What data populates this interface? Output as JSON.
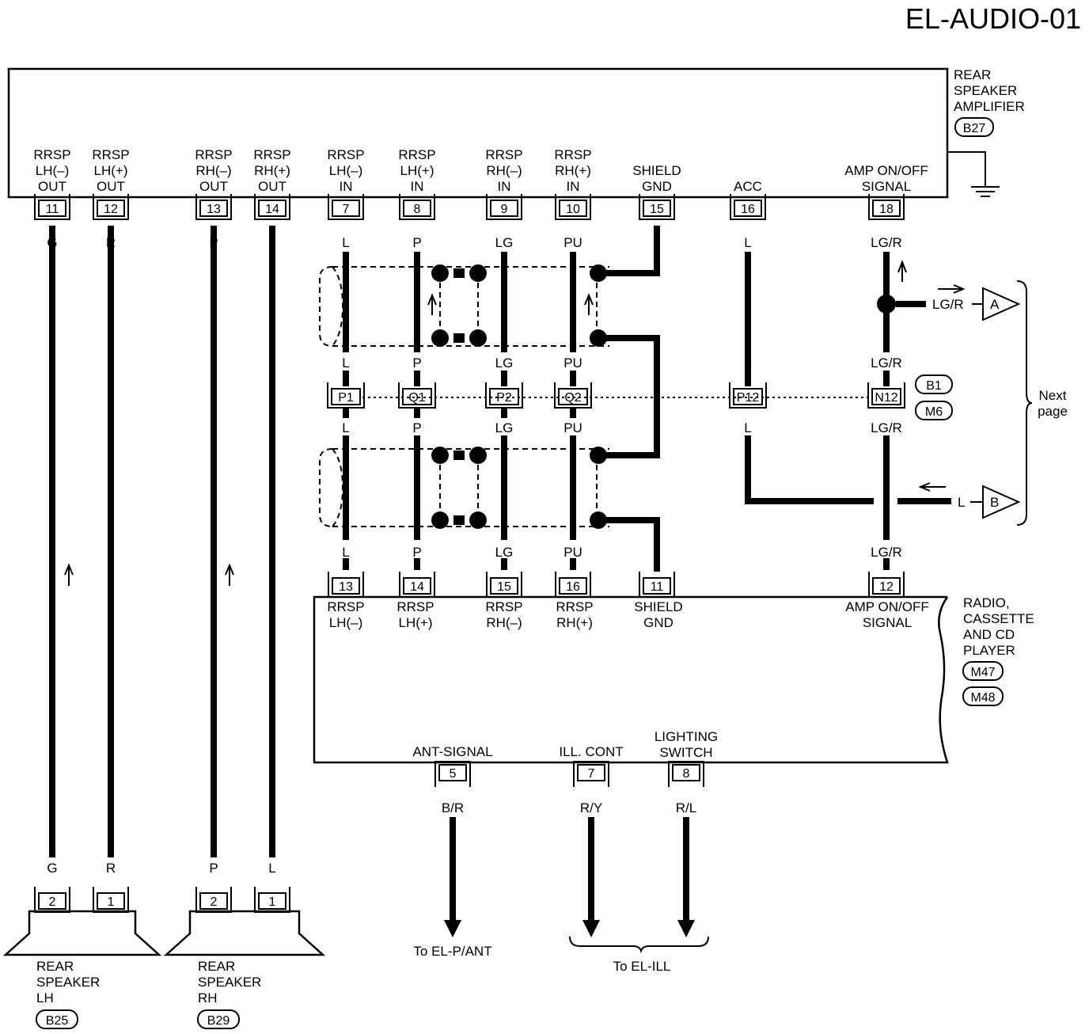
{
  "title": "EL-AUDIO-01",
  "amplifier": {
    "name_lines": [
      "REAR",
      "SPEAKER",
      "AMPLIFIER"
    ],
    "connector": "B27",
    "terminals": [
      {
        "lines": [
          "RRSP",
          "LH(–)",
          "OUT"
        ],
        "pin": "11",
        "color": "G"
      },
      {
        "lines": [
          "RRSP",
          "LH(+)",
          "OUT"
        ],
        "pin": "12",
        "color": "R"
      },
      {
        "lines": [
          "RRSP",
          "RH(–)",
          "OUT"
        ],
        "pin": "13",
        "color": "P"
      },
      {
        "lines": [
          "RRSP",
          "RH(+)",
          "OUT"
        ],
        "pin": "14",
        "color": "L"
      },
      {
        "lines": [
          "RRSP",
          "LH(–)",
          "IN"
        ],
        "pin": "7",
        "color": "L"
      },
      {
        "lines": [
          "RRSP",
          "LH(+)",
          "IN"
        ],
        "pin": "8",
        "color": "P"
      },
      {
        "lines": [
          "RRSP",
          "RH(–)",
          "IN"
        ],
        "pin": "9",
        "color": "LG"
      },
      {
        "lines": [
          "RRSP",
          "RH(+)",
          "IN"
        ],
        "pin": "10",
        "color": "PU"
      },
      {
        "lines": [
          "SHIELD",
          "GND"
        ],
        "pin": "15",
        "color": ""
      },
      {
        "lines": [
          "ACC"
        ],
        "pin": "16",
        "color": "L"
      },
      {
        "lines": [
          "AMP ON/OFF",
          "SIGNAL"
        ],
        "pin": "18",
        "color": "LG/R"
      }
    ]
  },
  "joint": {
    "upper_colors": [
      "L",
      "P",
      "LG",
      "PU",
      "L",
      "LG/R"
    ],
    "pins": [
      "P1",
      "Q1",
      "P2",
      "Q2",
      "P12",
      "N12"
    ],
    "lower_colors": [
      "L",
      "P",
      "LG",
      "PU",
      "L",
      "LG/R"
    ],
    "connectors": [
      "B1",
      "M6"
    ]
  },
  "next_page": {
    "label_lines": [
      "Next",
      "page"
    ],
    "a_color": "LG/R",
    "a_marker": "A",
    "b_color": "L",
    "b_marker": "B"
  },
  "radio": {
    "name_lines": [
      "RADIO,",
      "CASSETTE",
      "AND CD",
      "PLAYER"
    ],
    "connectors": [
      "M47",
      "M48"
    ],
    "top_terminals": [
      {
        "lines": [
          "RRSP",
          "LH(–)"
        ],
        "pin": "13",
        "color": "L"
      },
      {
        "lines": [
          "RRSP",
          "LH(+)"
        ],
        "pin": "14",
        "color": "P"
      },
      {
        "lines": [
          "RRSP",
          "RH(–)"
        ],
        "pin": "15",
        "color": "LG"
      },
      {
        "lines": [
          "RRSP",
          "RH(+)"
        ],
        "pin": "16",
        "color": "PU"
      },
      {
        "lines": [
          "SHIELD",
          "GND"
        ],
        "pin": "11",
        "color": ""
      },
      {
        "lines": [
          "AMP ON/OFF",
          "SIGNAL"
        ],
        "pin": "12",
        "color": "LG/R"
      }
    ],
    "bottom_terminals": [
      {
        "lines": [
          "ANT-SIGNAL"
        ],
        "pin": "5",
        "color": "B/R"
      },
      {
        "lines": [
          "ILL. CONT"
        ],
        "pin": "7",
        "color": "R/Y"
      },
      {
        "lines": [
          "LIGHTING",
          "SWITCH"
        ],
        "pin": "8",
        "color": "R/L"
      }
    ],
    "destinations": [
      "To EL-P/ANT",
      "To EL-ILL"
    ]
  },
  "speakers": [
    {
      "name_lines": [
        "REAR",
        "SPEAKER",
        "LH"
      ],
      "connector": "B25",
      "pins": [
        {
          "pin": "2",
          "color": "G"
        },
        {
          "pin": "1",
          "color": "R"
        }
      ]
    },
    {
      "name_lines": [
        "REAR",
        "SPEAKER",
        "RH"
      ],
      "connector": "B29",
      "pins": [
        {
          "pin": "2",
          "color": "P"
        },
        {
          "pin": "1",
          "color": "L"
        }
      ]
    }
  ]
}
